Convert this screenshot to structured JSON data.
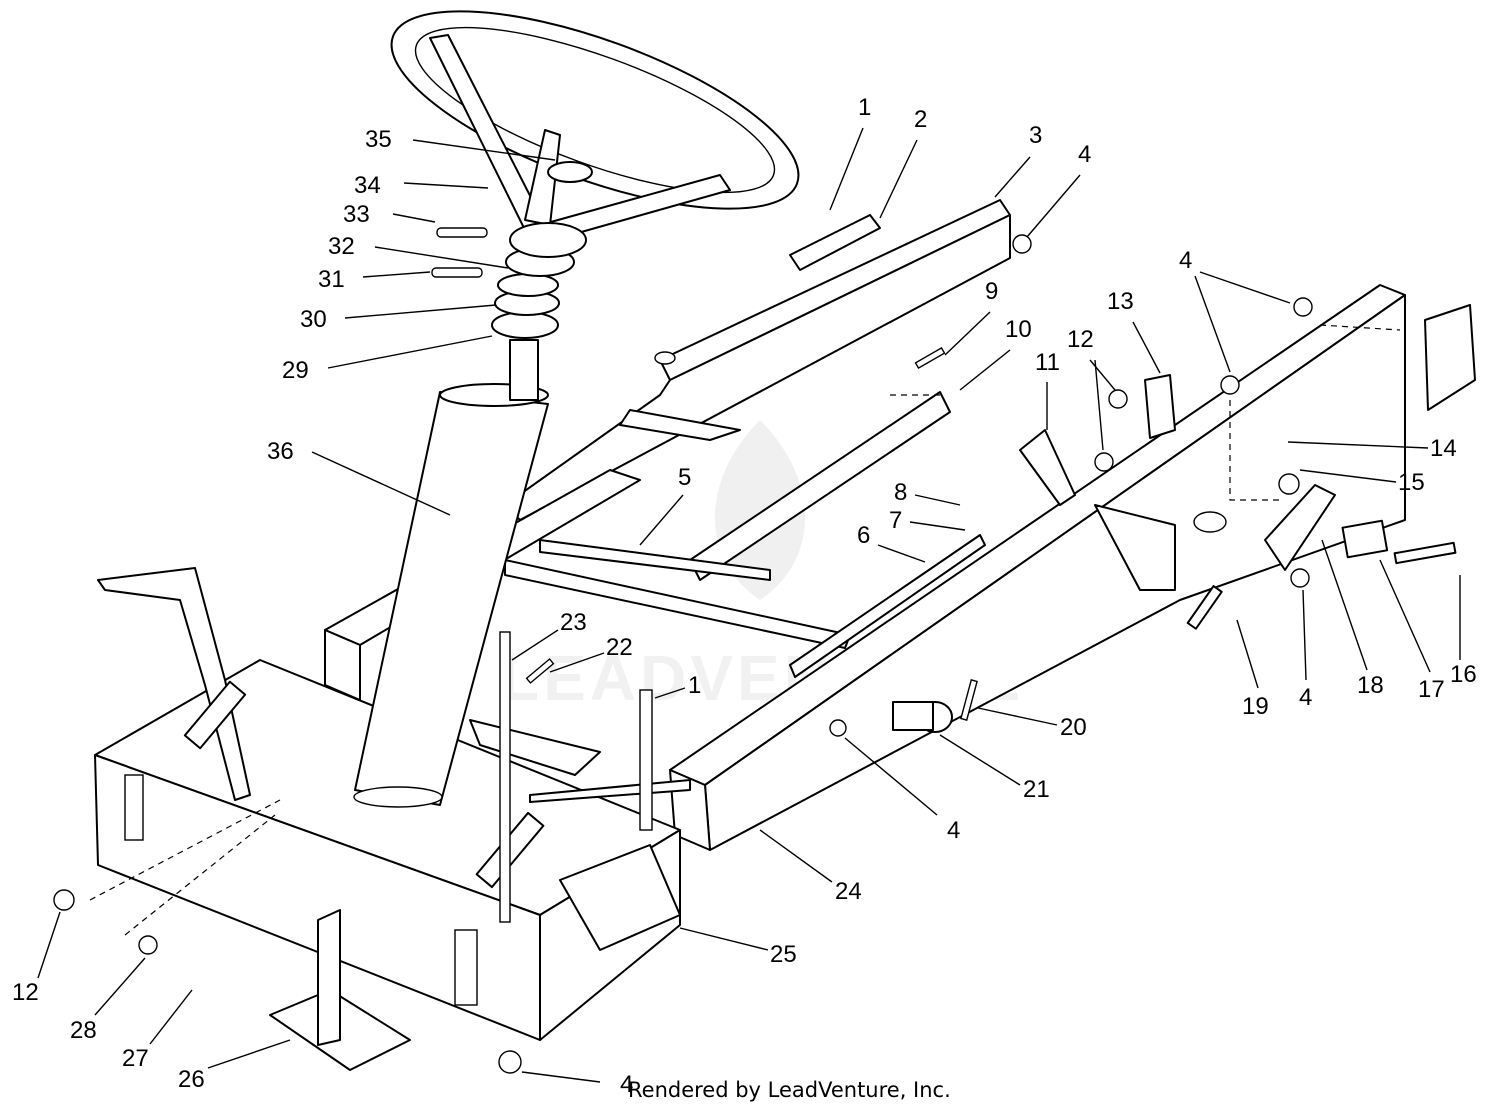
{
  "diagram": {
    "callouts": [
      "1",
      "2",
      "3",
      "4",
      "4",
      "35",
      "34",
      "33",
      "32",
      "31",
      "30",
      "29",
      "36",
      "9",
      "10",
      "11",
      "12",
      "13",
      "4",
      "14",
      "15",
      "8",
      "7",
      "6",
      "5",
      "23",
      "22",
      "1",
      "20",
      "21",
      "4",
      "24",
      "19",
      "4",
      "18",
      "17",
      "16",
      "25",
      "12",
      "28",
      "27",
      "26",
      "4"
    ],
    "watermark": "LEADVENTURE",
    "credit": "Rendered by LeadVenture, Inc."
  }
}
